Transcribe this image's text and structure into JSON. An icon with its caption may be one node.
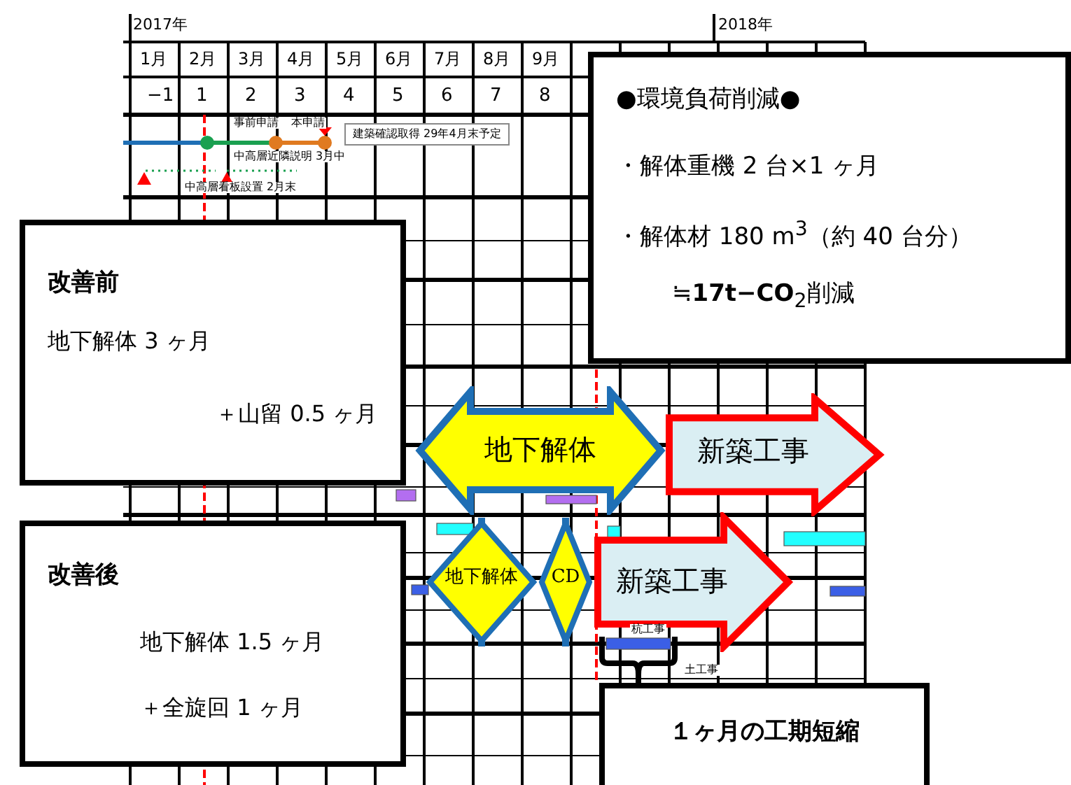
{
  "diagram": {
    "nodes": [
      {
        "text": [
          "改善前",
          "地下解体 3 ヶ月",
          "＋山留 0.5 ヶ月"
        ]
      },
      {
        "text": [
          "改善後",
          "地下解体 1.5 ヶ月",
          "＋全旋回 1 ヶ月"
        ]
      },
      {
        "text": [
          "●環境負荷削減●",
          "・解体重機 2 台×1 ヶ月",
          "・解体材 180 m$^{3}$（約 40 台分）",
          "≒**17t−CO**$_{2}$削減"
        ]
      },
      {
        "text": [
          "地下解体"
        ]
      },
      {
        "text": [
          "新築工事"
        ]
      },
      {
        "text": [
          "地下解体"
        ]
      },
      {
        "text": [
          "CD"
        ]
      },
      {
        "text": [
          "新築工事"
        ]
      },
      {
        "text": [
          "１ヶ月の工期短縮"
        ]
      }
    ],
    "labels": [
      "2017年",
      "2018年",
      "1月",
      "2月",
      "3月",
      "4月",
      "5月",
      "6月",
      "7月",
      "8月",
      "9月",
      "−1",
      "1",
      "2",
      "3",
      "4",
      "5",
      "6",
      "7",
      "8",
      "事前申請",
      "本申請",
      "建築確認取得 29年4月末予定",
      "中高層近隣説明 3月中",
      "中高層看板設置 2月末",
      "杭工事",
      "土工事"
    ]
  }
}
